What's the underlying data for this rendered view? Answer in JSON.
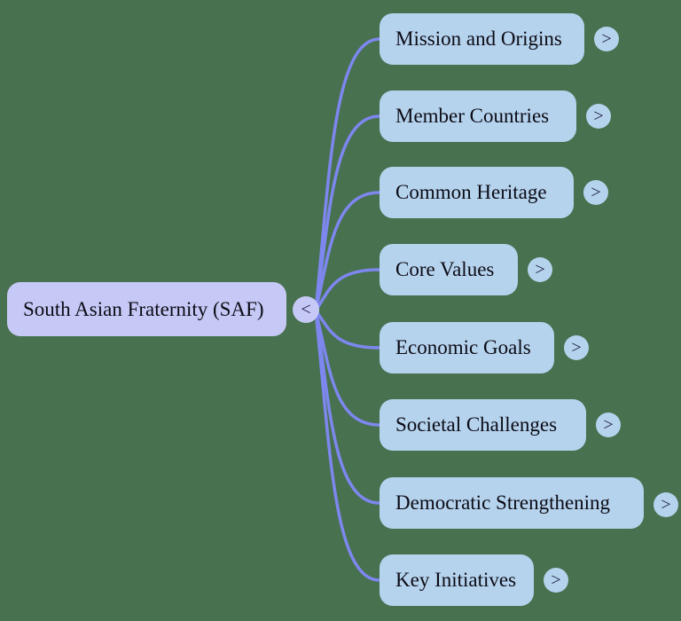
{
  "mindmap": {
    "root": {
      "label": "South Asian Fraternity (SAF)",
      "collapse_glyph": "<"
    },
    "children": [
      {
        "label": "Mission and Origins",
        "expand_glyph": ">"
      },
      {
        "label": "Member Countries",
        "expand_glyph": ">"
      },
      {
        "label": "Common Heritage",
        "expand_glyph": ">"
      },
      {
        "label": "Core Values",
        "expand_glyph": ">"
      },
      {
        "label": "Economic Goals",
        "expand_glyph": ">"
      },
      {
        "label": "Societal Challenges",
        "expand_glyph": ">"
      },
      {
        "label": "Democratic Strengthening",
        "expand_glyph": ">"
      },
      {
        "label": "Key Initiatives",
        "expand_glyph": ">"
      }
    ],
    "colors": {
      "background": "#47714f",
      "root_node_fill": "#c6c9f6",
      "child_node_fill": "#b6d3ee",
      "link_stroke": "#7d87ee",
      "node_text": "#0b0b14",
      "toggle_glyph": "#1c1c3c"
    }
  }
}
